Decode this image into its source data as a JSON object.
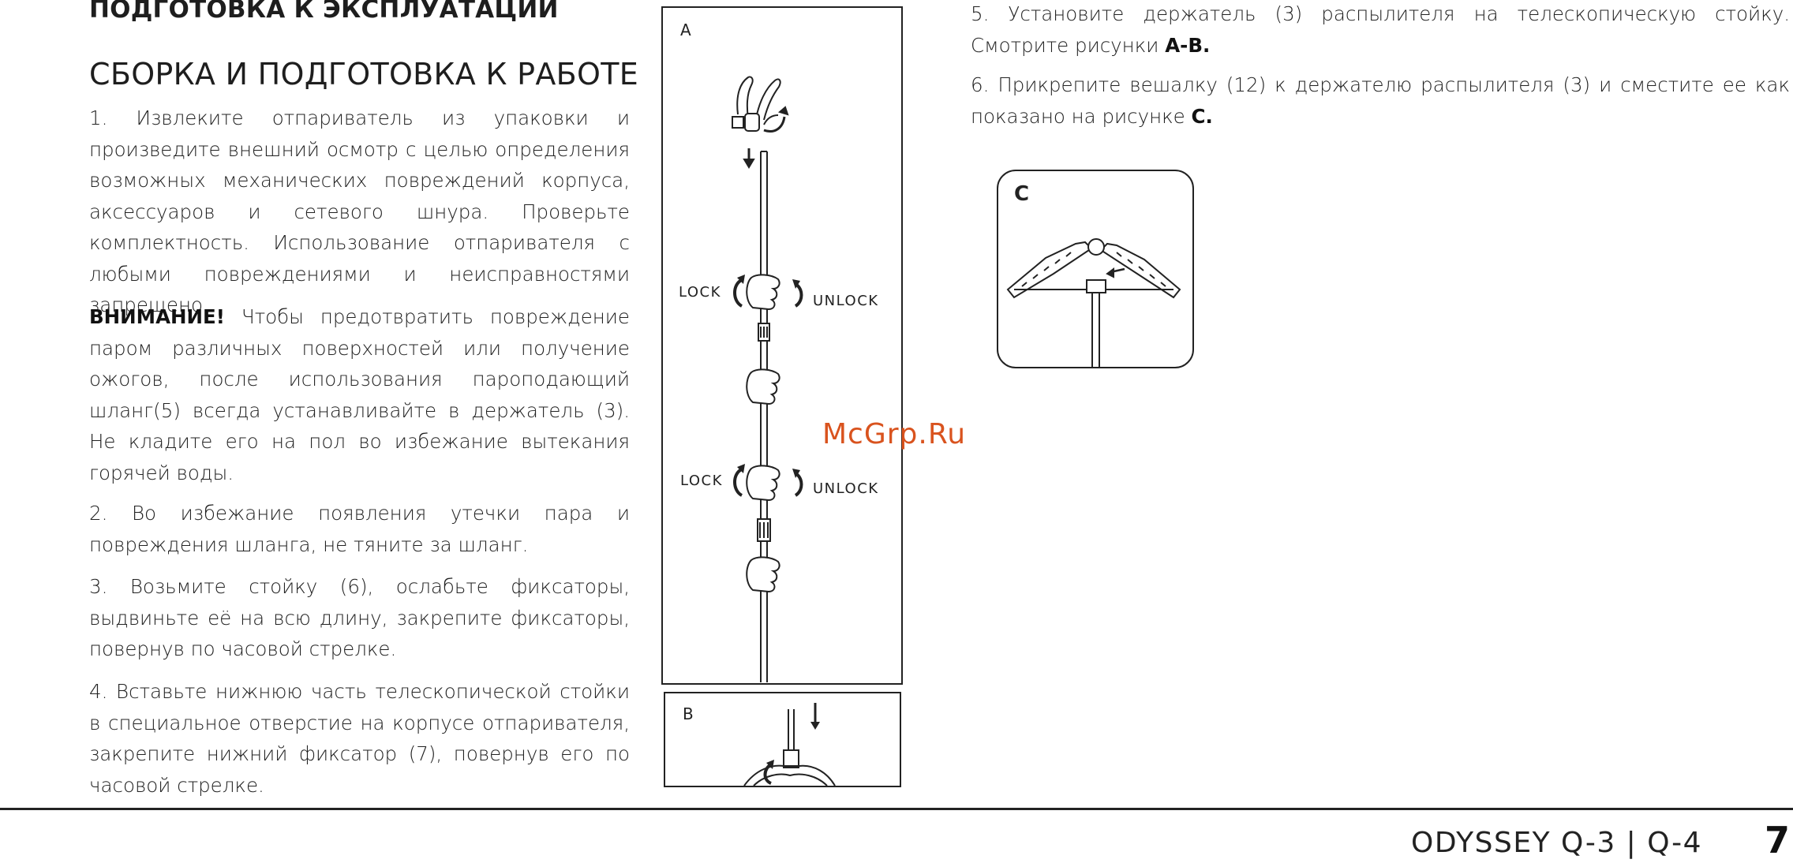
{
  "left": {
    "section_title": "ПОДГОТОВКА К ЭКСПЛУАТАЦИИ",
    "subsection_title": "СБОРКА И ПОДГОТОВКА К РАБОТЕ",
    "p1": "1. Извлеките отпариватель из упаковки и произведите внешний осмотр с целью определения возможных механических повреждений корпуса, аксессуаров и сетевого шнура. Проверьте комплектность. Использование отпаривателя с любыми повреждениями и неисправностями запрещено.",
    "warning_label": "ВНИМАНИЕ!",
    "warning_text": " Чтобы предотвратить повреждение паром различных поверхностей или получение ожогов, после использования пароподающий шланг(5) всегда устанавливайте в держатель (3). Не кладите его на пол во избежание вытекания горячей воды.",
    "p3": "2. Во избежание появления утечки пара и повреждения шланга, не тяните за шланг.",
    "p4": "3. Возьмите стойку (6), ослабьте фиксаторы, выдвиньте её на всю длину, закрепите фиксаторы, повернув по часовой стрелке.",
    "p5": "4. Вставьте нижнюю часть телескопической стойки в специальное отверстие на корпусе отпаривателя, закрепите нижний фиксатор (7), повернув его по часовой стрелке."
  },
  "figures": {
    "a_label": "A",
    "b_label": "B",
    "c_label": "C",
    "lock_1": "LOCK",
    "unlock_1": "UNLOCK",
    "lock_2": "LOCK",
    "unlock_2": "UNLOCK"
  },
  "right": {
    "p5_text": "5. Установите держатель (3) распылителя на телескопическую стойку. Смотрите рисунки ",
    "p5_bold": "A-B.",
    "p6_text": "6. Прикрепите вешалку (12) к держателю распылителя (3) и сместите ее как показано на рисунке ",
    "p6_bold": "C."
  },
  "watermark": "McGrp.Ru",
  "footer": {
    "model": "ODYSSEY Q-3 | Q-4",
    "page_number": "7"
  }
}
